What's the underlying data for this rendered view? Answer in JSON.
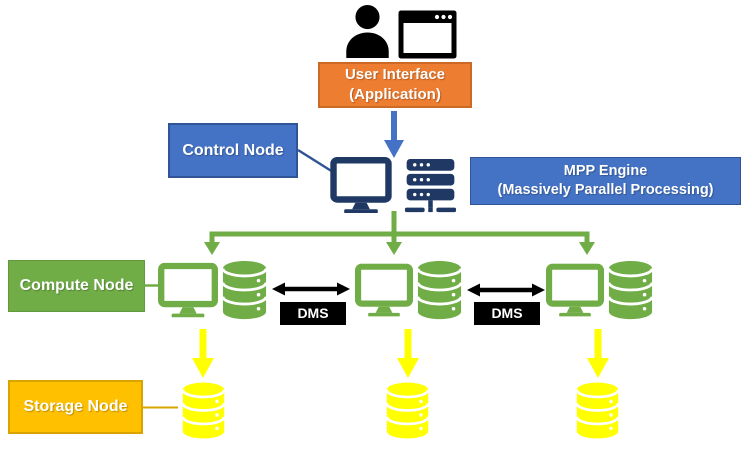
{
  "diagram": {
    "user_interface": {
      "line1": "User Interface",
      "line2": "(Application)"
    },
    "control_node": {
      "label": "Control Node"
    },
    "mpp_engine": {
      "line1": "MPP Engine",
      "line2": "(Massively Parallel Processing)"
    },
    "compute_node": {
      "label": "Compute Node"
    },
    "storage_node": {
      "label": "Storage Node"
    },
    "dms1": {
      "label": "DMS"
    },
    "dms2": {
      "label": "DMS"
    },
    "colors": {
      "orange": "#ED7D31",
      "blue": "#4472C4",
      "blue_border": "#2F5597",
      "green": "#70AD47",
      "gold": "#FFC000",
      "navy": "#1F3864",
      "yellow": "#FFFF00",
      "black": "#000000",
      "white": "#FFFFFF"
    },
    "icons": {
      "top": [
        "user-icon",
        "browser-window-icon"
      ],
      "control_cluster": [
        "monitor-icon",
        "server-rack-icon"
      ],
      "compute_cluster": [
        "monitor-icon",
        "database-icon"
      ],
      "storage_cluster": [
        "database-icon"
      ]
    }
  }
}
